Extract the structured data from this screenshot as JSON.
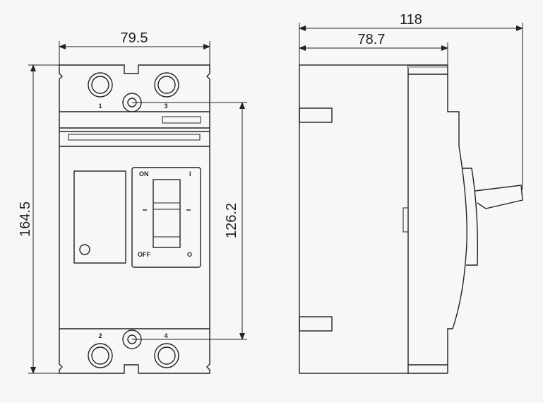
{
  "front_view": {
    "dimensions": {
      "width": "79.5",
      "height": "164.5",
      "terminal_spacing": "126.2"
    },
    "terminal_labels": {
      "top_left": "1",
      "top_right": "3",
      "bottom_left": "2",
      "bottom_right": "4"
    },
    "switch_labels": {
      "on": "ON",
      "on_symbol": "I",
      "off": "OFF",
      "off_symbol": "O"
    }
  },
  "side_view": {
    "dimensions": {
      "total_depth": "118",
      "body_depth": "78.7"
    }
  },
  "colors": {
    "line": "#222222",
    "background": "#f7f7f7"
  }
}
